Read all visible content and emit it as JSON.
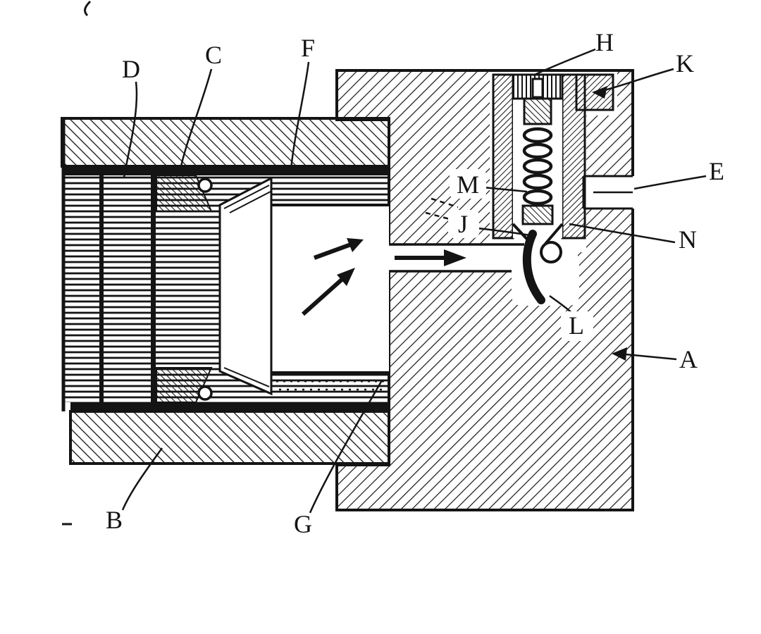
{
  "figure": {
    "background": "#ffffff",
    "ink": "#141414",
    "labels": {
      "A": "A",
      "B": "B",
      "C": "C",
      "D": "D",
      "E": "E",
      "F": "F",
      "G": "G",
      "H": "H",
      "J": "J",
      "K": "K",
      "L": "L",
      "M": "M",
      "N": "N"
    }
  }
}
